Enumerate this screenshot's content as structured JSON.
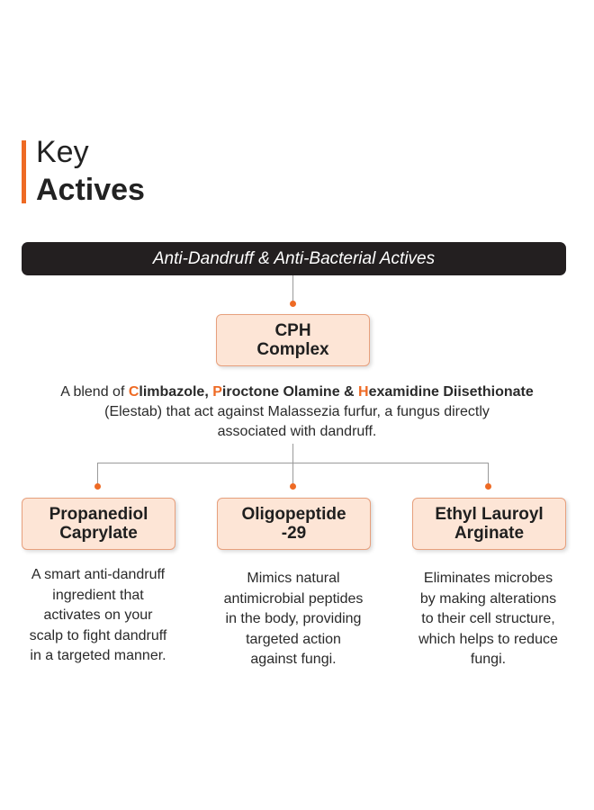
{
  "heading": {
    "line1": "Key",
    "line2": "Actives"
  },
  "banner": {
    "text": "Anti-Dandruff & Anti-Bacterial Actives"
  },
  "cph": {
    "line1": "CPH",
    "line2": "Complex"
  },
  "blend": {
    "prefix": "A blend of ",
    "climbazole_initial": "C",
    "climbazole_rest": "limbazole,",
    "piroctone_initial": "P",
    "piroctone_rest": "iroctone Olamine &",
    "hexamidine_initial": "H",
    "hexamidine_rest": "examidine Diisethionate",
    "line2": "(Elestab) that act against Malassezia furfur, a fungus directly",
    "line3": "associated with dandruff."
  },
  "actives": [
    {
      "name_line1": "Propanediol",
      "name_line2": "Caprylate",
      "desc": [
        "A smart anti-dandruff",
        "ingredient that",
        "activates on your",
        "scalp to fight dandruff",
        "in a targeted manner."
      ]
    },
    {
      "name_line1": "Oligopeptide",
      "name_line2": "-29",
      "desc": [
        "Mimics natural",
        "antimicrobial peptides",
        "in the body, providing",
        "targeted action",
        "against fungi."
      ]
    },
    {
      "name_line1": "Ethyl Lauroyl",
      "name_line2": "Arginate",
      "desc": [
        "Eliminates microbes",
        "by making alterations",
        "to their cell structure,",
        "which helps to reduce",
        "fungi."
      ]
    }
  ],
  "colors": {
    "accent": "#ee6a24",
    "banner_bg": "#231f20",
    "box_fill": "#fde5d6",
    "box_border": "#e7a07d"
  }
}
